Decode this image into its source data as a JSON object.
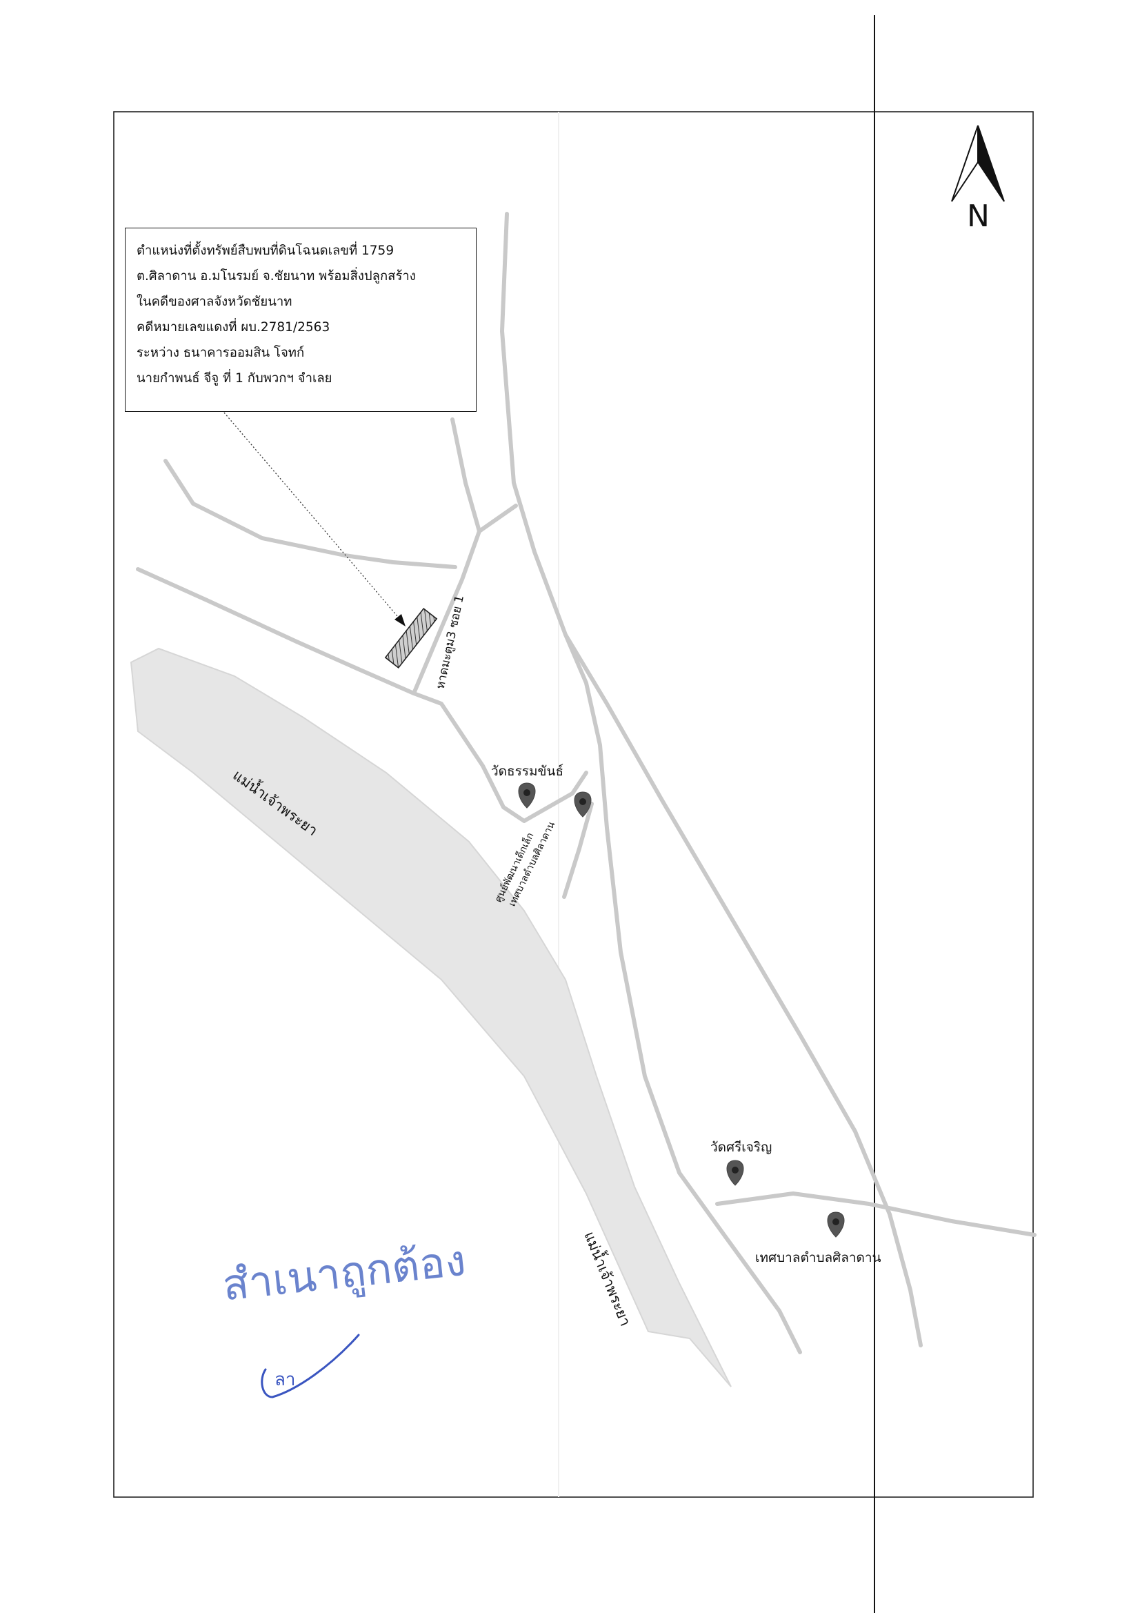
{
  "info_box": {
    "lines": [
      "ตำแหน่งที่ตั้งทรัพย์สืบพบที่ดินโฉนดเลขที่ 1759",
      "ต.ศิลาดาน  อ.มโนรมย์  จ.ชัยนาท  พร้อมสิ่งปลูกสร้าง",
      "ในคดีของศาลจังหวัดชัยนาท",
      "คดีหมายเลขแดงที่ ผบ.2781/2563",
      "ระหว่าง  ธนาคารออมสิน     โจทก์",
      "นายกำพนธ์  จีจู ที่ 1 กับพวกฯ   จำเลย"
    ]
  },
  "compass": {
    "letter": "N"
  },
  "labels": {
    "road": "หาดมะตูม3 ซอย 1",
    "river_upper": "แม่น้ำเจ้าพระยา",
    "river_lower": "แม่น้ำเจ้าพระยา",
    "wat_thammakhan": "วัดธรรมขันธ์",
    "child_center_line1": "ศูนย์พัฒนาเด็กเล็ก",
    "child_center_line2": "เทศบาลตำบลศิลาดาน",
    "wat_sricharoen": "วัดศรีเจริญ",
    "municipality": "เทศบาลตำบลศิลาดาน"
  },
  "stamp": {
    "text": "สำเนาถูกต้อง",
    "initials": "ลา"
  },
  "colors": {
    "road": "#c8c8c8",
    "river": "#e4e4e4",
    "stamp": "#5a76c8",
    "marker": "#555555"
  }
}
